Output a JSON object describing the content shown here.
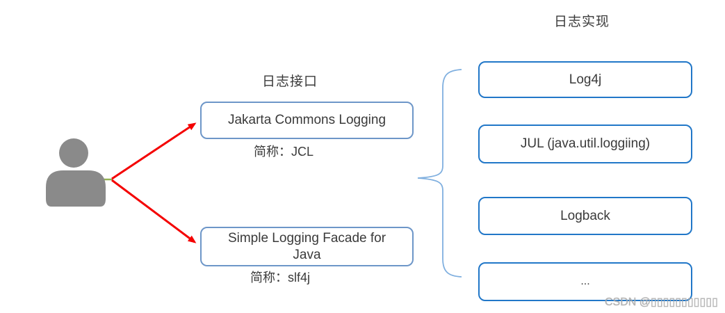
{
  "diagram": {
    "left_title": "日志接口",
    "right_title": "日志实现",
    "interfaces": [
      {
        "name": "Jakarta Commons Logging",
        "alias": "简称：JCL"
      },
      {
        "name": "Simple Logging Facade for Java",
        "alias": "简称：slf4j"
      }
    ],
    "implementations": [
      "Log4j",
      "JUL (java.util.loggiing)",
      "Logback",
      "..."
    ],
    "watermark": "CSDN @▯▯▯▯▯▯▯▯▯▯▯"
  },
  "icons": {
    "person": "person-icon",
    "upper_arrow": "arrow-icon",
    "lower_arrow": "arrow-icon",
    "brace": "curly-brace-icon"
  },
  "colors": {
    "interface_border": "#6d96c8",
    "implementation_border": "#2177c8",
    "arrow": "#f40000",
    "link": "#94b252",
    "brace": "#7fafdf",
    "person": "#8a8a8a",
    "text": "#3a3a3a",
    "watermark": "#a9a9a9"
  }
}
